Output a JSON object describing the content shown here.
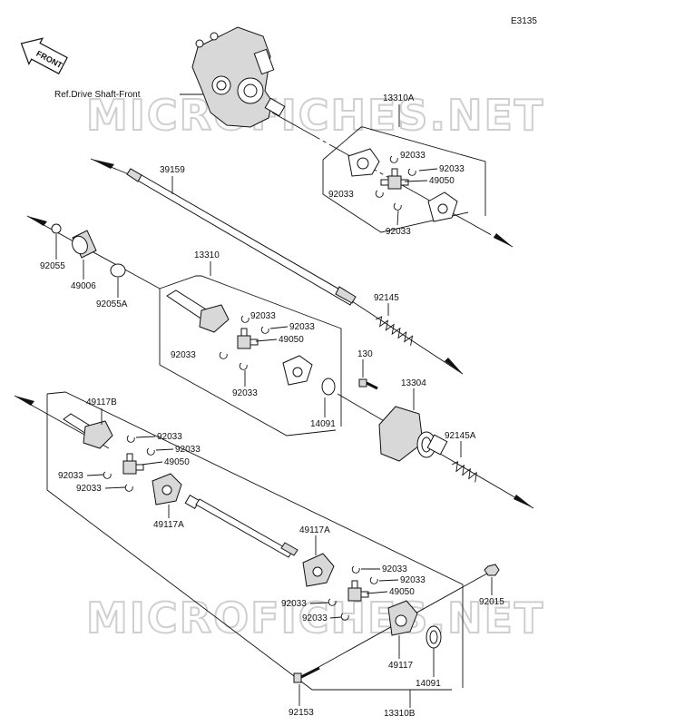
{
  "diagram": {
    "code": "E3135",
    "front_label": "FRONT",
    "ref_label": "Ref.Drive Shaft-Front",
    "watermark_top": "MICROFICHES.NET",
    "watermark_bottom": "MICROFICHES.NET",
    "labels": {
      "l_13310A": "13310A",
      "l_92033_a1": "92033",
      "l_92033_a2": "92033",
      "l_49050_a": "49050",
      "l_92033_a3": "92033",
      "l_92033_a4": "92033",
      "l_39159": "39159",
      "l_92055": "92055",
      "l_49006": "49006",
      "l_92055A": "92055A",
      "l_13310": "13310",
      "l_92033_b1": "92033",
      "l_92033_b2": "92033",
      "l_49050_b": "49050",
      "l_92033_b3": "92033",
      "l_92033_b4": "92033",
      "l_92145": "92145",
      "l_130": "130",
      "l_13304": "13304",
      "l_14091_a": "14091",
      "l_92145A": "92145A",
      "l_49117B": "49117B",
      "l_92033_c1": "92033",
      "l_92033_c2": "92033",
      "l_49050_c": "49050",
      "l_92033_c3": "92033",
      "l_92033_c4": "92033",
      "l_49117A_a": "49117A",
      "l_49117A_b": "49117A",
      "l_92033_d1": "92033",
      "l_92033_d2": "92033",
      "l_49050_d": "49050",
      "l_92033_d3": "92033",
      "l_92033_d4": "92033",
      "l_92015": "92015",
      "l_49117": "49117",
      "l_14091_b": "14091",
      "l_92153": "92153",
      "l_13310B": "13310B"
    }
  }
}
